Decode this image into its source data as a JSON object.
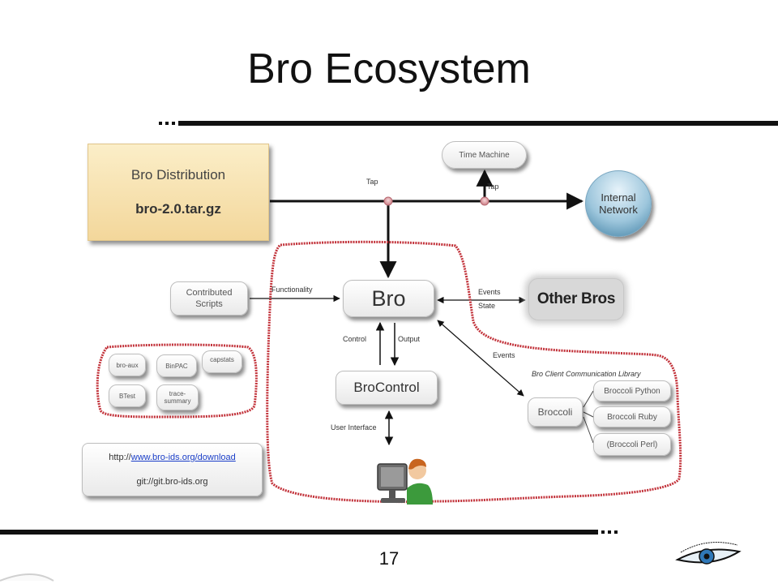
{
  "slide": {
    "title": "Bro Ecosystem",
    "page_number": "17"
  },
  "distribution": {
    "name": "Bro Distribution",
    "file": "bro-2.0.tar.gz"
  },
  "nodes": {
    "time_machine": "Time Machine",
    "internal_network_line1": "Internal",
    "internal_network_line2": "Network",
    "bro": "Bro",
    "other_bros": "Other Bros",
    "brocontrol": "BroControl",
    "contributed_line1": "Contributed",
    "contributed_line2": "Scripts",
    "broccoli": "Broccoli",
    "broccoli_python": "Broccoli Python",
    "broccoli_ruby": "Broccoli Ruby",
    "broccoli_perl": "(Broccoli Perl)"
  },
  "tools": {
    "bro_aux": "bro-aux",
    "binpac": "BinPAC",
    "capstats": "capstats",
    "btest": "BTest",
    "trace_summary_line1": "trace-",
    "trace_summary_line2": "summary"
  },
  "links": {
    "download_prefix": "http://",
    "download_link": "www.bro-ids.org/download",
    "git": "git://git.bro-ids.org"
  },
  "edge_labels": {
    "tap_left": "Tap",
    "tap_right": "Tap",
    "functionality": "Functionality",
    "events_top": "Events",
    "state": "State",
    "control": "Control",
    "output": "Output",
    "events_lower": "Events",
    "user_interface": "User Interface",
    "bccl": "Bro Client Communication Library"
  },
  "colors": {
    "accent_red": "#c2323a",
    "dist_fill": "#f3d79b",
    "network_blue": "#3f7fa3"
  },
  "icons": {
    "user": "user-at-computer-icon",
    "logo": "bro-eye-logo-icon"
  }
}
